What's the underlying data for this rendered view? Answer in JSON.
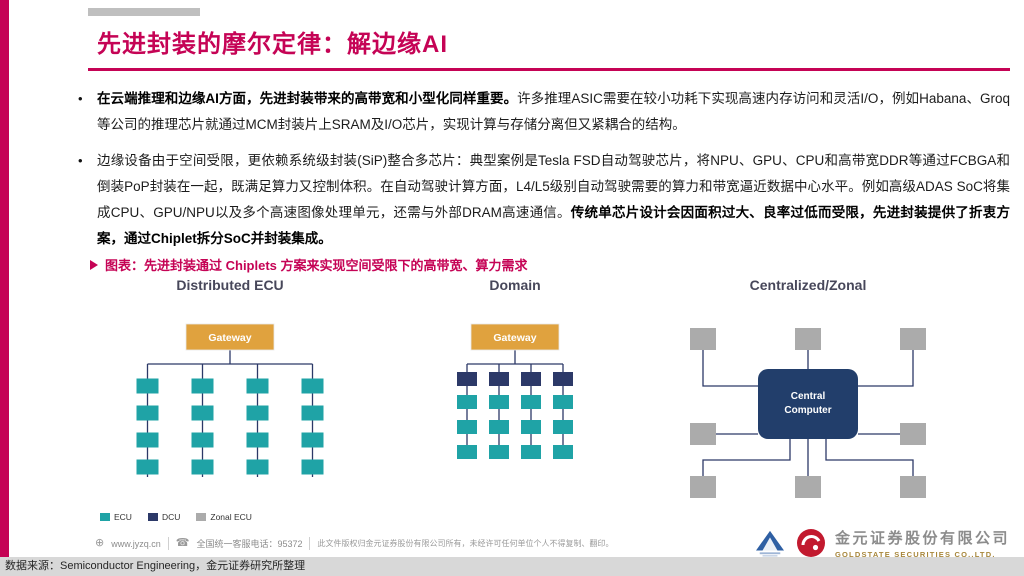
{
  "slide": {
    "title": "先进封装的摩尔定律：解边缘AI",
    "bullet_marker": "•",
    "bullets": [
      {
        "bold_lead": "在云端推理和边缘AI方面，先进封装带来的高带宽和小型化同样重要。",
        "text": "许多推理ASIC需要在较小功耗下实现高速内存访问和灵活I/O，例如Habana、Groq等公司的推理芯片就通过MCM封装片上SRAM及I/O芯片，实现计算与存储分离但又紧耦合的结构。",
        "bold_tail": ""
      },
      {
        "bold_lead": "",
        "text": "边缘设备由于空间受限，更依赖系统级封装(SiP)整合多芯片：典型案例是Tesla FSD自动驾驶芯片，将NPU、GPU、CPU和高带宽DDR等通过FCBGA和倒装PoP封装在一起，既满足算力又控制体积。在自动驾驶计算方面，L4/L5级别自动驾驶需要的算力和带宽逼近数据中心水平。例如高级ADAS SoC将集成CPU、GPU/NPU以及多个高速图像处理单元，还需与外部DRAM高速通信。",
        "bold_tail": "传统单芯片设计会因面积过大、良率过低而受限，先进封装提供了折衷方案，通过Chiplet拆分SoC并封装集成。"
      }
    ],
    "figure_caption": "图表：先进封装通过 Chiplets 方案来实现空间受限下的高带宽、算力需求"
  },
  "diagram": {
    "sections": [
      {
        "title": "Distributed ECU"
      },
      {
        "title": "Domain"
      },
      {
        "title": "Centralized/Zonal"
      }
    ],
    "gateway_label": "Gateway",
    "central_computer_label": [
      "Central",
      "Computer"
    ],
    "legend": [
      {
        "label": "ECU",
        "color": "#1FA3A6"
      },
      {
        "label": "DCU",
        "color": "#2C3968"
      },
      {
        "label": "Zonal ECU",
        "color": "#ABABAB"
      }
    ]
  },
  "footer": {
    "icons": {
      "globe": "⊕",
      "phone": "☎"
    },
    "website": "www.jyzq.cn",
    "hotline": "全国统一客服电话：95372",
    "copyright": "此文件版权归金元证券股份有限公司所有，未经许可任何单位个人不得复制、翻印。",
    "company_cn": "金元证券股份有限公司",
    "company_en": "GOLDSTATE SECURITIES CO.,LTD."
  },
  "source_bar": "数据来源：Semiconductor Engineering，金元证券研究所整理",
  "colors": {
    "accent": "#C50355",
    "ecu_teal": "#1FA3A6",
    "dcu_navy": "#2C3968",
    "gateway_orange": "#E0A23E",
    "zonal_gray": "#ABABAB",
    "central_navy": "#223E6B",
    "company_gold": "#A8873B",
    "logo_red": "#C21A2F",
    "logo_blue": "#2E5FA3"
  }
}
